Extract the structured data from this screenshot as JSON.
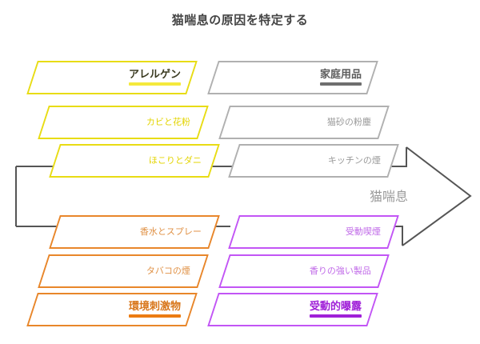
{
  "title": "猫喘息の原因を特定する",
  "effect": {
    "label": "猫喘息"
  },
  "colors": {
    "yellow": "#e8dc14",
    "gray": "#b0b0b0",
    "orange": "#e8862a",
    "purple": "#c255f5",
    "spine": "#555555",
    "title_text": "#444444",
    "effect_text": "#9a9a9a"
  },
  "categories": [
    {
      "id": "allergens",
      "position": "top-left",
      "color": "#e8dc14",
      "heading": "アレルゲン",
      "causes": [
        "カビと花粉",
        "ほこりとダニ"
      ]
    },
    {
      "id": "household-products",
      "position": "top-right",
      "color": "#b0b0b0",
      "heading": "家庭用品",
      "causes": [
        "猫砂の粉塵",
        "キッチンの煙"
      ]
    },
    {
      "id": "environmental-irritants",
      "position": "bottom-left",
      "color": "#e8862a",
      "heading": "環境刺激物",
      "causes": [
        "香水とスプレー",
        "タバコの煙"
      ]
    },
    {
      "id": "passive-exposure",
      "position": "bottom-right",
      "color": "#c255f5",
      "heading": "受動的曝露",
      "causes": [
        "受動喫煙",
        "香りの強い製品"
      ]
    }
  ]
}
